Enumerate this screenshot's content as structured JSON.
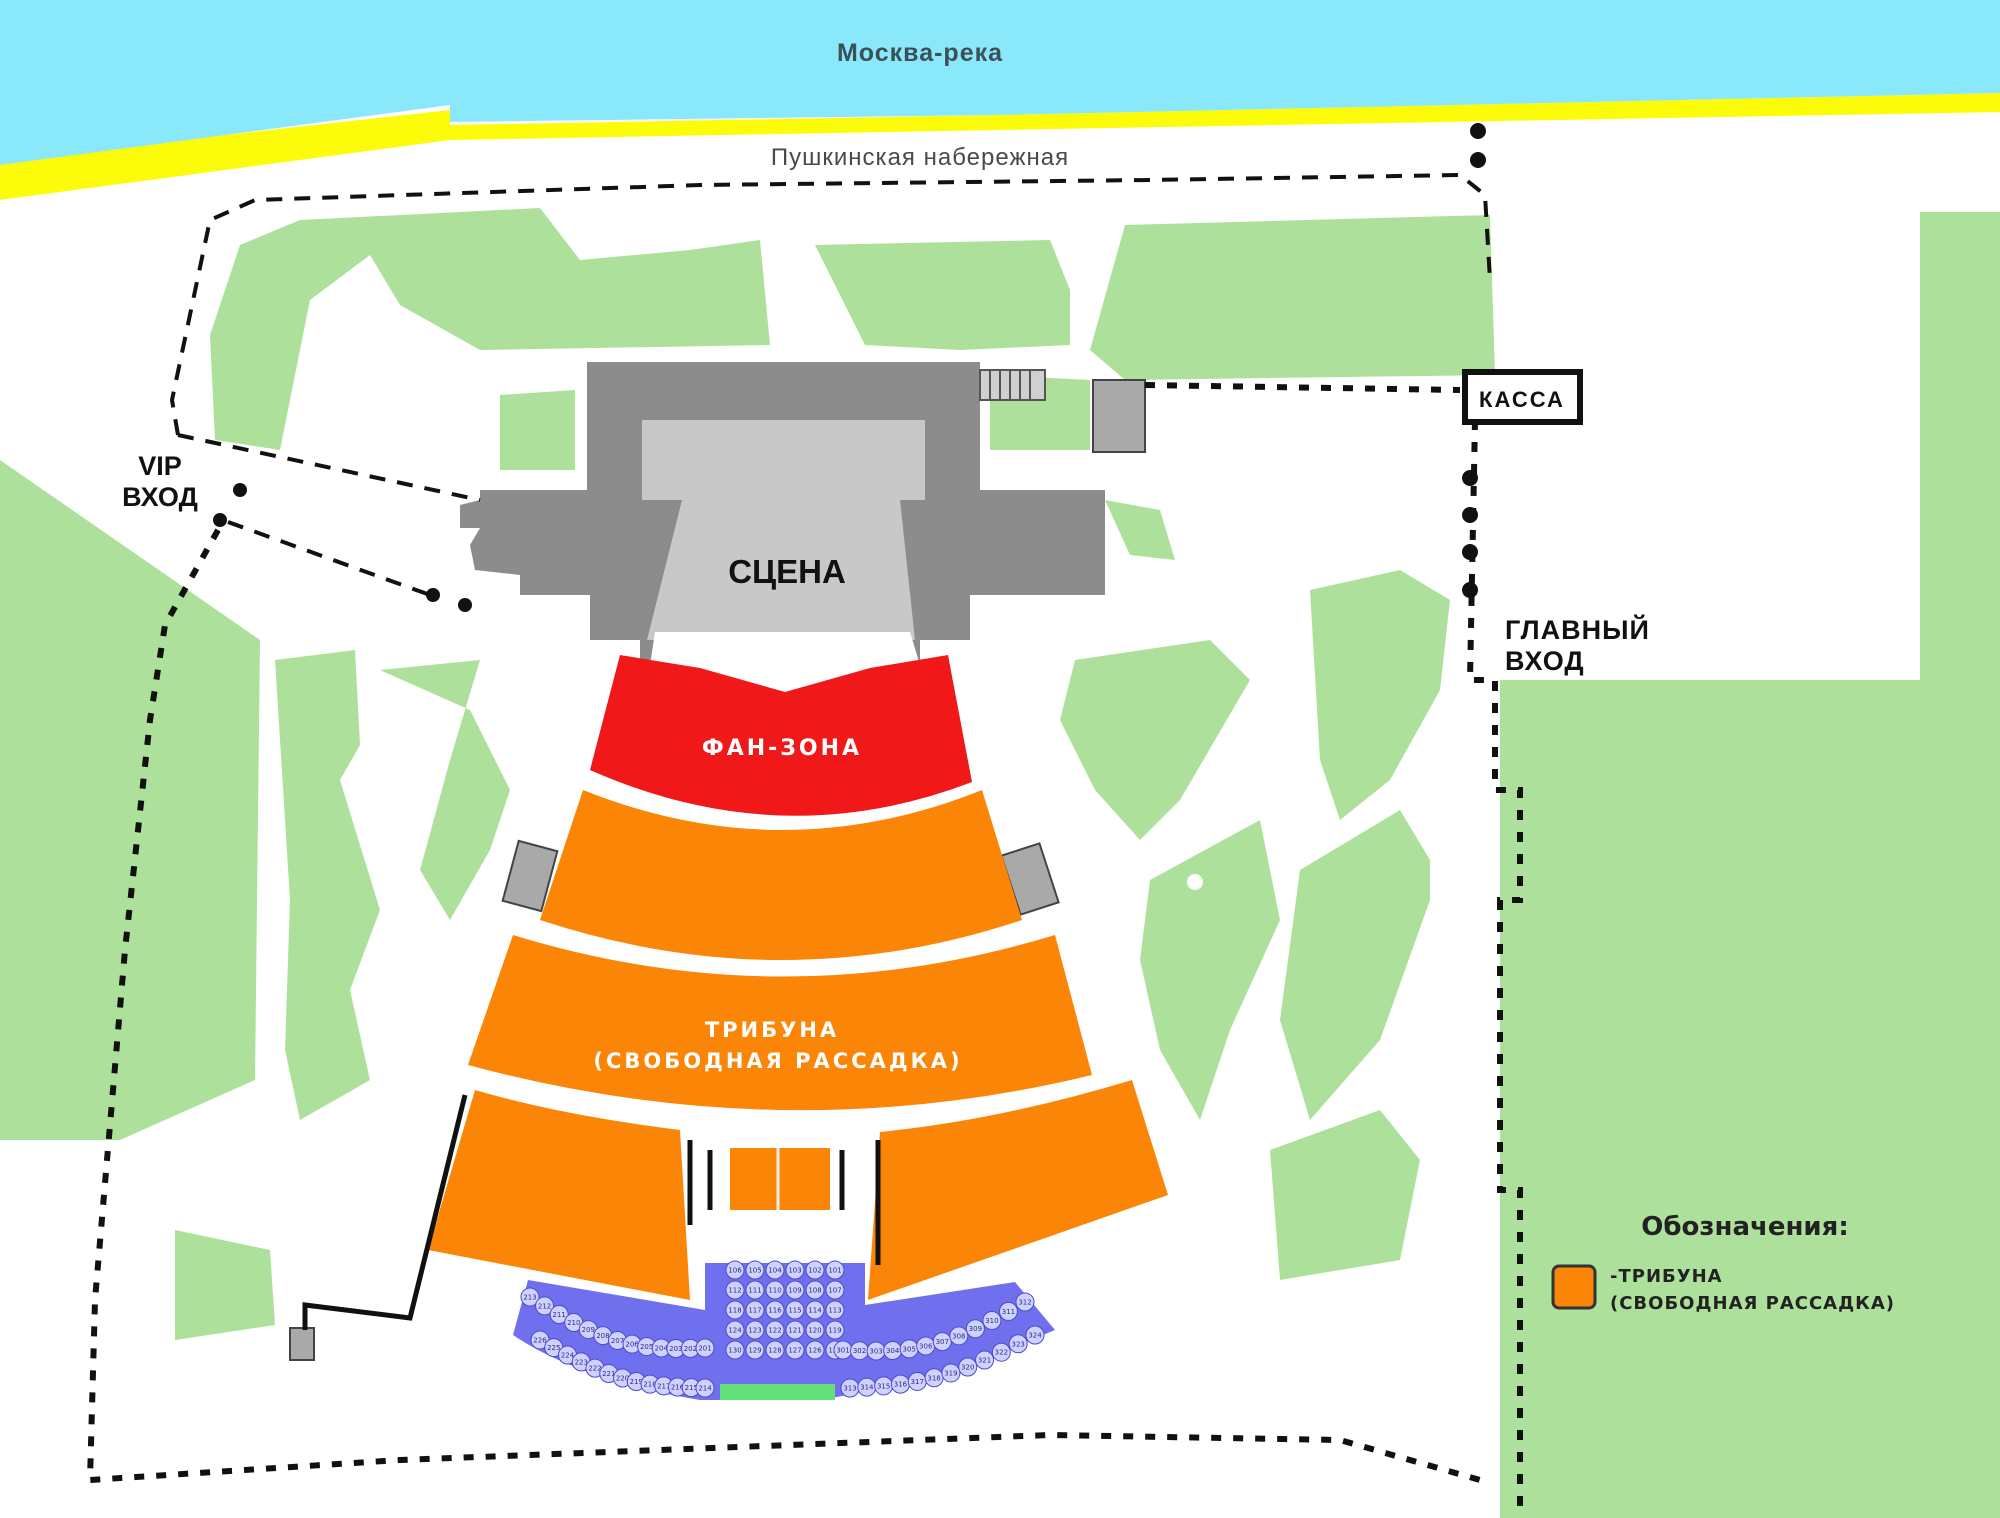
{
  "map": {
    "river_label": "Москва-река",
    "street_label": "Пушкинская набережная",
    "stage_label": "СЦЕНА",
    "fan_zone_label": "ФАН-ЗОНА",
    "tribune_line1": "ТРИБУНА",
    "tribune_line2": "(СВОБОДНАЯ РАССАДКА)",
    "ticket_office_label": "КАССА",
    "vip_entrance_line1": "VIP",
    "vip_entrance_line2": "ВХОД",
    "main_entrance_line1": "ГЛАВНЫЙ",
    "main_entrance_line2": "ВХОД"
  },
  "legend": {
    "title": "Обозначения:",
    "item_line1": "-ТРИБУНА",
    "item_line2": "(СВОБОДНАЯ РАССАДКА)"
  },
  "seats": {
    "center_rows": [
      [
        "106",
        "105",
        "104",
        "103",
        "102",
        "101"
      ],
      [
        "112",
        "111",
        "110",
        "109",
        "108",
        "107"
      ],
      [
        "118",
        "117",
        "116",
        "115",
        "114",
        "113"
      ],
      [
        "124",
        "123",
        "122",
        "121",
        "120",
        "119"
      ],
      [
        "130",
        "129",
        "128",
        "127",
        "126",
        "125"
      ]
    ],
    "left_arc": [
      "213",
      "212",
      "211",
      "210",
      "209",
      "208",
      "207",
      "206",
      "205",
      "204",
      "203",
      "202",
      "201"
    ],
    "left_arc_lower": [
      "226",
      "225",
      "224",
      "223",
      "222",
      "221",
      "220",
      "219",
      "218",
      "217",
      "216",
      "215",
      "214"
    ],
    "right_arc": [
      "301",
      "302",
      "303",
      "304",
      "305",
      "306",
      "307",
      "308",
      "309",
      "310",
      "311",
      "312"
    ],
    "right_arc_lower": [
      "313",
      "314",
      "315",
      "316",
      "317",
      "318",
      "319",
      "320",
      "321",
      "322",
      "323",
      "324"
    ]
  },
  "colors": {
    "river": "#8ae8fb",
    "bank": "#fcfc0a",
    "park": "#ade19b",
    "building": "#8c8c8c",
    "stage": "#c8c8c8",
    "fan_zone": "#f01818",
    "tribune": "#fb8507",
    "vip_seats": "#7070ee",
    "vip_seat_fill": "#cfd2ff"
  }
}
